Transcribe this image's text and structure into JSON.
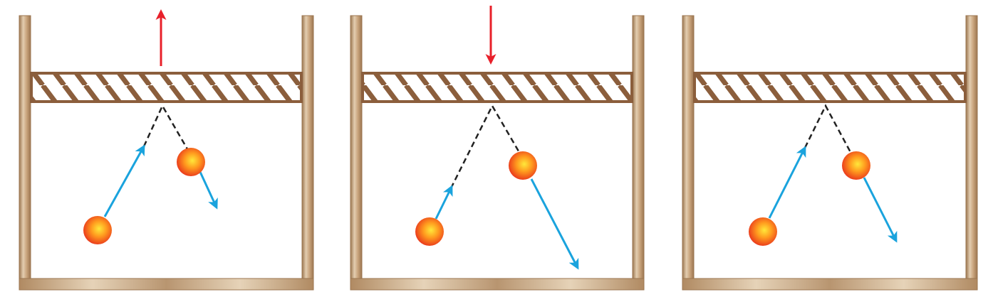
{
  "colors": {
    "background": "#ffffff",
    "container_light": "#e3cdb0",
    "container_mid": "#c9a47c",
    "container_dark": "#9b7650",
    "piston_stripe": "#8b5e3c",
    "piston_fill": "#ffffff",
    "force_arrow": "#e8202a",
    "velocity_arrow": "#1aa3dd",
    "path_dash": "#222222",
    "molecule_core": "#ffe83a",
    "molecule_mid": "#ff9a1e",
    "molecule_edge": "#e8301c"
  },
  "panels": [
    {
      "id": "expanding",
      "piston_motion": "up",
      "piston_force_arrow": "up-arrow",
      "incoming_speed": "normal",
      "outgoing_speed": "slower"
    },
    {
      "id": "compressing",
      "piston_motion": "down",
      "piston_force_arrow": "down-arrow",
      "incoming_speed": "normal",
      "outgoing_speed": "faster"
    },
    {
      "id": "stationary",
      "piston_motion": "none",
      "piston_force_arrow": "none",
      "incoming_speed": "normal",
      "outgoing_speed": "same"
    }
  ]
}
